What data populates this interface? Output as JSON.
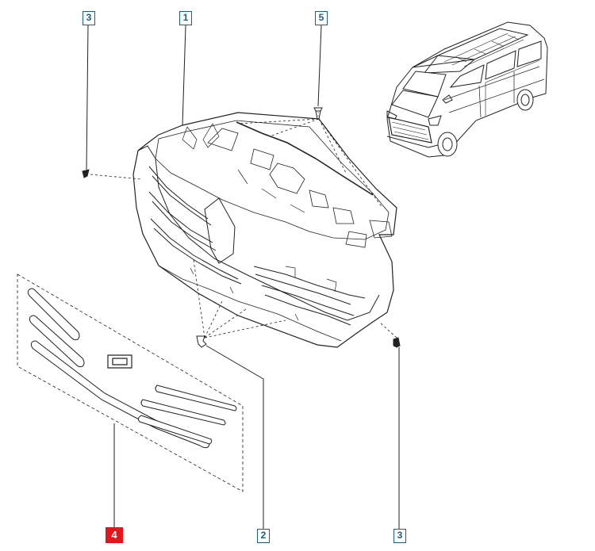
{
  "callouts": {
    "part1": "1",
    "part2": "2",
    "part3_top": "3",
    "part3_bottom": "3",
    "part4": "4",
    "part5": "5"
  },
  "colors": {
    "line": "#222222",
    "callout_border": "#1d5d88",
    "highlight": "#e8141b"
  }
}
